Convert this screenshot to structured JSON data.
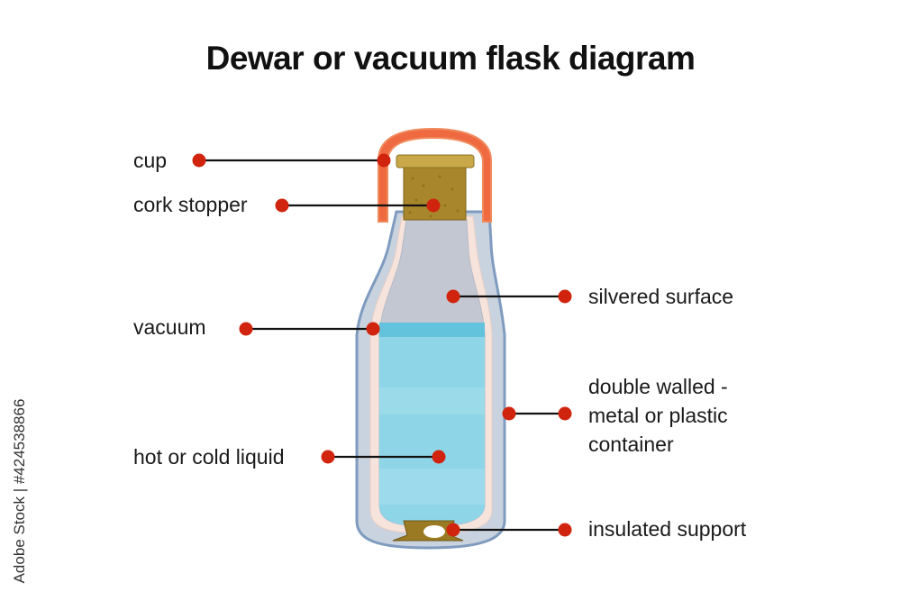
{
  "title": "Dewar or vacuum flask diagram",
  "labels": {
    "cup": "cup",
    "cork_stopper": "cork stopper",
    "vacuum": "vacuum",
    "hot_or_cold_liquid": "hot or cold liquid",
    "silvered_surface": "silvered surface",
    "double_walled": "double walled - metal or plastic container",
    "insulated_support": "insulated support"
  },
  "watermark": "Adobe Stock | #424538866",
  "colors": {
    "cup": "#e8653a",
    "cork": "#b08a2c",
    "liquid": "#7fd0e6",
    "outer_wall": "#8fa8c8",
    "marker": "#d0240e"
  }
}
